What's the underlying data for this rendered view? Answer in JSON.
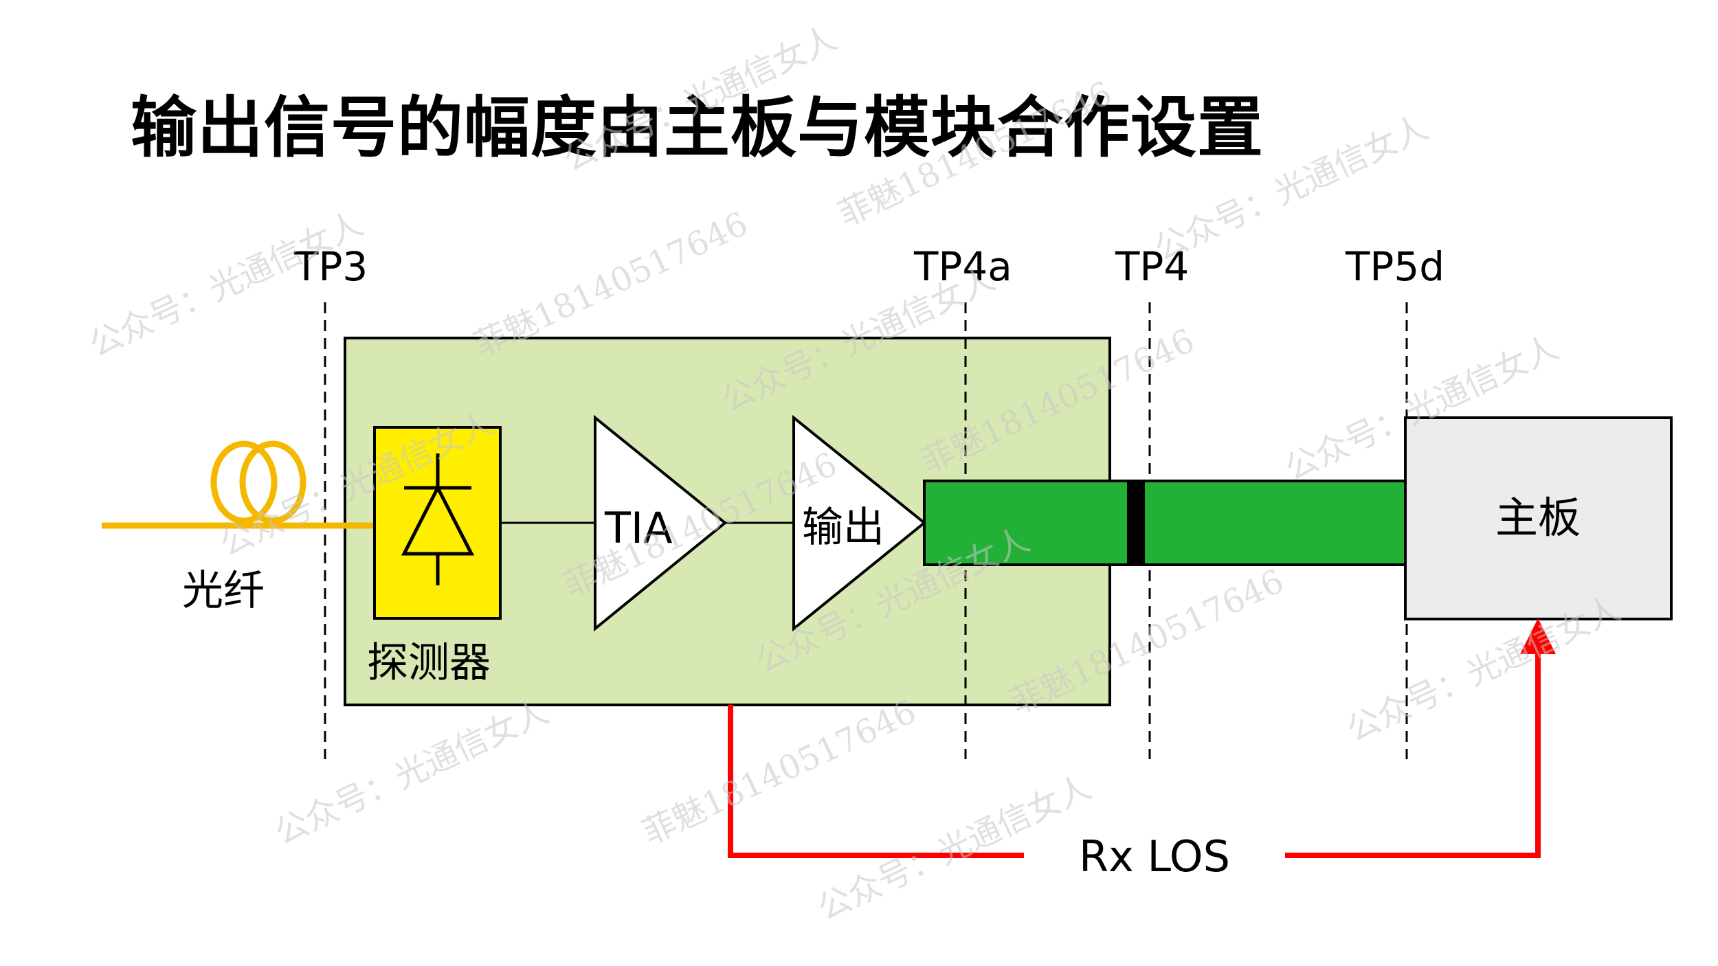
{
  "title": "输出信号的幅度由主板与模块合作设置",
  "test_points": [
    "TP3",
    "TP4a",
    "TP4",
    "TP5d"
  ],
  "labels": {
    "fiber": "光纤",
    "detector": "探测器",
    "tia": "TIA",
    "output": "输出",
    "mainboard": "主板",
    "rx_los": "Rx LOS"
  },
  "watermark": {
    "account": "公众号：光通信女人",
    "contact": "菲魅18140517646"
  },
  "colors": {
    "module_fill": "#d8e8b3",
    "detector_fill": "#ffee00",
    "fiber": "#f5b800",
    "bus_fill": "#22b036",
    "mainboard_fill": "#ececec",
    "los_signal": "#ff0000"
  }
}
